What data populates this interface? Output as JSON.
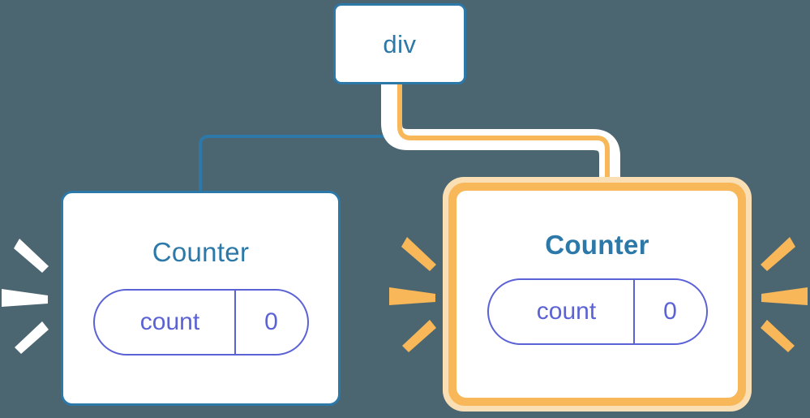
{
  "diagram": {
    "title": "div",
    "background_color": "#4b6670",
    "accent_blue": "#2c78a8",
    "accent_orange": "#f8b758",
    "accent_purple": "#5b62d6",
    "halo_color": "#ffffff"
  },
  "root": {
    "label": "div"
  },
  "nodes": [
    {
      "id": "counter-left",
      "label": "Counter",
      "highlighted": false,
      "state": {
        "key": "count",
        "value": "0"
      },
      "border_color": "#2c78a8"
    },
    {
      "id": "counter-right",
      "label": "Counter",
      "highlighted": true,
      "state": {
        "key": "count",
        "value": "0"
      },
      "border_color": "#f8b758"
    }
  ],
  "edges": [
    {
      "from": "div",
      "to": "counter-left",
      "color": "#2c78a8",
      "highlighted": false
    },
    {
      "from": "div",
      "to": "counter-right",
      "color": "#f8b758",
      "highlighted": true
    }
  ],
  "bursts": [
    {
      "id": "burst-left",
      "color": "#ffffff",
      "rays": 3
    },
    {
      "id": "burst-mid",
      "color": "#f8b758",
      "rays": 3
    },
    {
      "id": "burst-right",
      "color": "#f8b758",
      "rays": 3
    }
  ]
}
